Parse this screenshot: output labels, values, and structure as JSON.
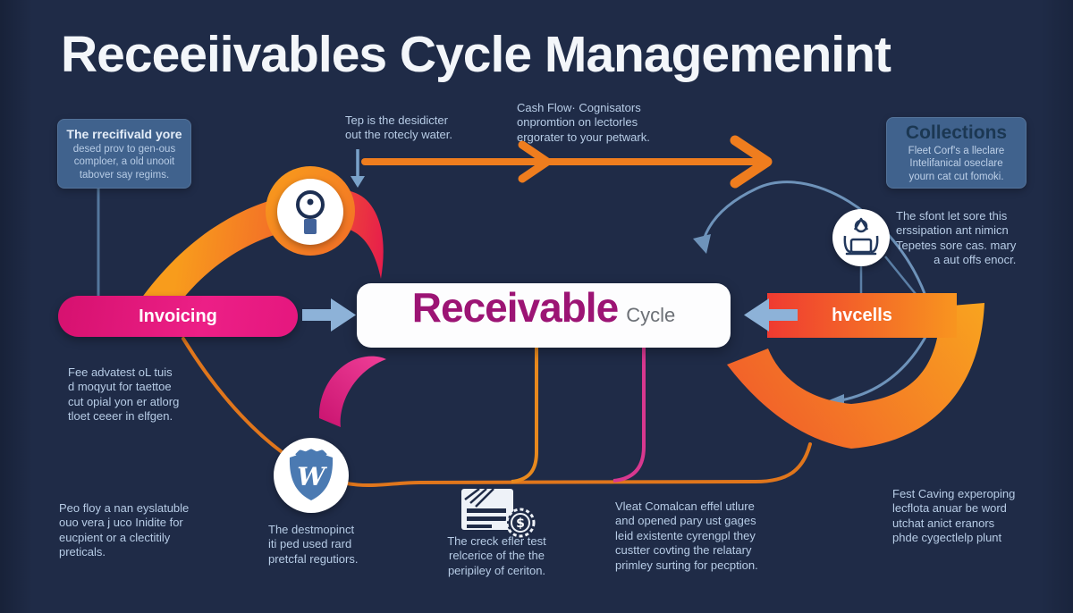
{
  "title": "Receeiivables Cycle Managemenint",
  "colors": {
    "background": "#1f2b47",
    "panel_blue": "#40628d",
    "orange": "#f2662a",
    "red_tip": "#e6194d",
    "magenta_pill": "#e0147f",
    "steel_arrow": "#8db2d8",
    "receivable_text": "#9c1474",
    "note_text": "#b7cce6",
    "shield_blue": "#4b7ab2"
  },
  "nodes": {
    "invoicing": "Invoicing",
    "receivable": "Receivable",
    "cycle": "Cycle",
    "hvcells": "hvcells"
  },
  "blocks": {
    "top_left_box": {
      "heading": "The rrecifivald yore",
      "lines": [
        "desed prov to gen-ous",
        "comploer, a old unooit",
        "tabover say regims."
      ]
    },
    "collections_box": {
      "heading": "Collections",
      "lines": [
        "Fleet Corf's a lleclare",
        "Intelifanical oseclare",
        "yourn cat cut fomoki."
      ]
    },
    "tep": {
      "lines": [
        "Tep is the desidicter",
        "out the rotecly water."
      ]
    },
    "cashflow": {
      "lines": [
        "Cash Flow· Cognisators",
        "onpromtion on lectorles",
        "ergorater to your petwark."
      ]
    },
    "person_note": {
      "lines": [
        "The sfont let sore this",
        "erssipation ant nimicn",
        "Tepetes sore cas. mary",
        "a aut offs enocr."
      ]
    },
    "fee_note": {
      "lines": [
        "Fee advatest oL tuis",
        "d moqyut for taettoe",
        "cut opial yon er atlorg",
        "tloet ceeer in elfgen."
      ]
    },
    "peo_note": {
      "lines": [
        "Peo floy a nan eyslatuble",
        "ouo vera j uco Inidite for",
        "eucpient or a clectitily",
        "preticals."
      ]
    },
    "dest_note": {
      "lines": [
        "The destmopinct",
        "iti ped used rard",
        "pretcfal regutiors."
      ]
    },
    "doc_caption": {
      "lines": [
        "The creck efler test",
        "relcerice of the the",
        "peripiley of ceriton."
      ]
    },
    "vleat_note": {
      "lines": [
        "Vleat Comalcan effel utlure",
        "and opened pary ust gages",
        "leid existente cyrengpl they",
        "custter covting the relatary",
        "primley surting for pecption."
      ]
    },
    "fest_note": {
      "lines": [
        "Fest Caving experoping",
        "lecflota anuar be word",
        "utchat anict eranors",
        "phde cygectlelp plunt"
      ]
    }
  },
  "icons": {
    "magnifier": "magnifier-icon",
    "shield": "shield-w-icon",
    "person": "person-laptop-icon",
    "invoice": "invoice-dollar-icon"
  },
  "badge": {
    "dollar": "$",
    "shield_letter": "W"
  }
}
